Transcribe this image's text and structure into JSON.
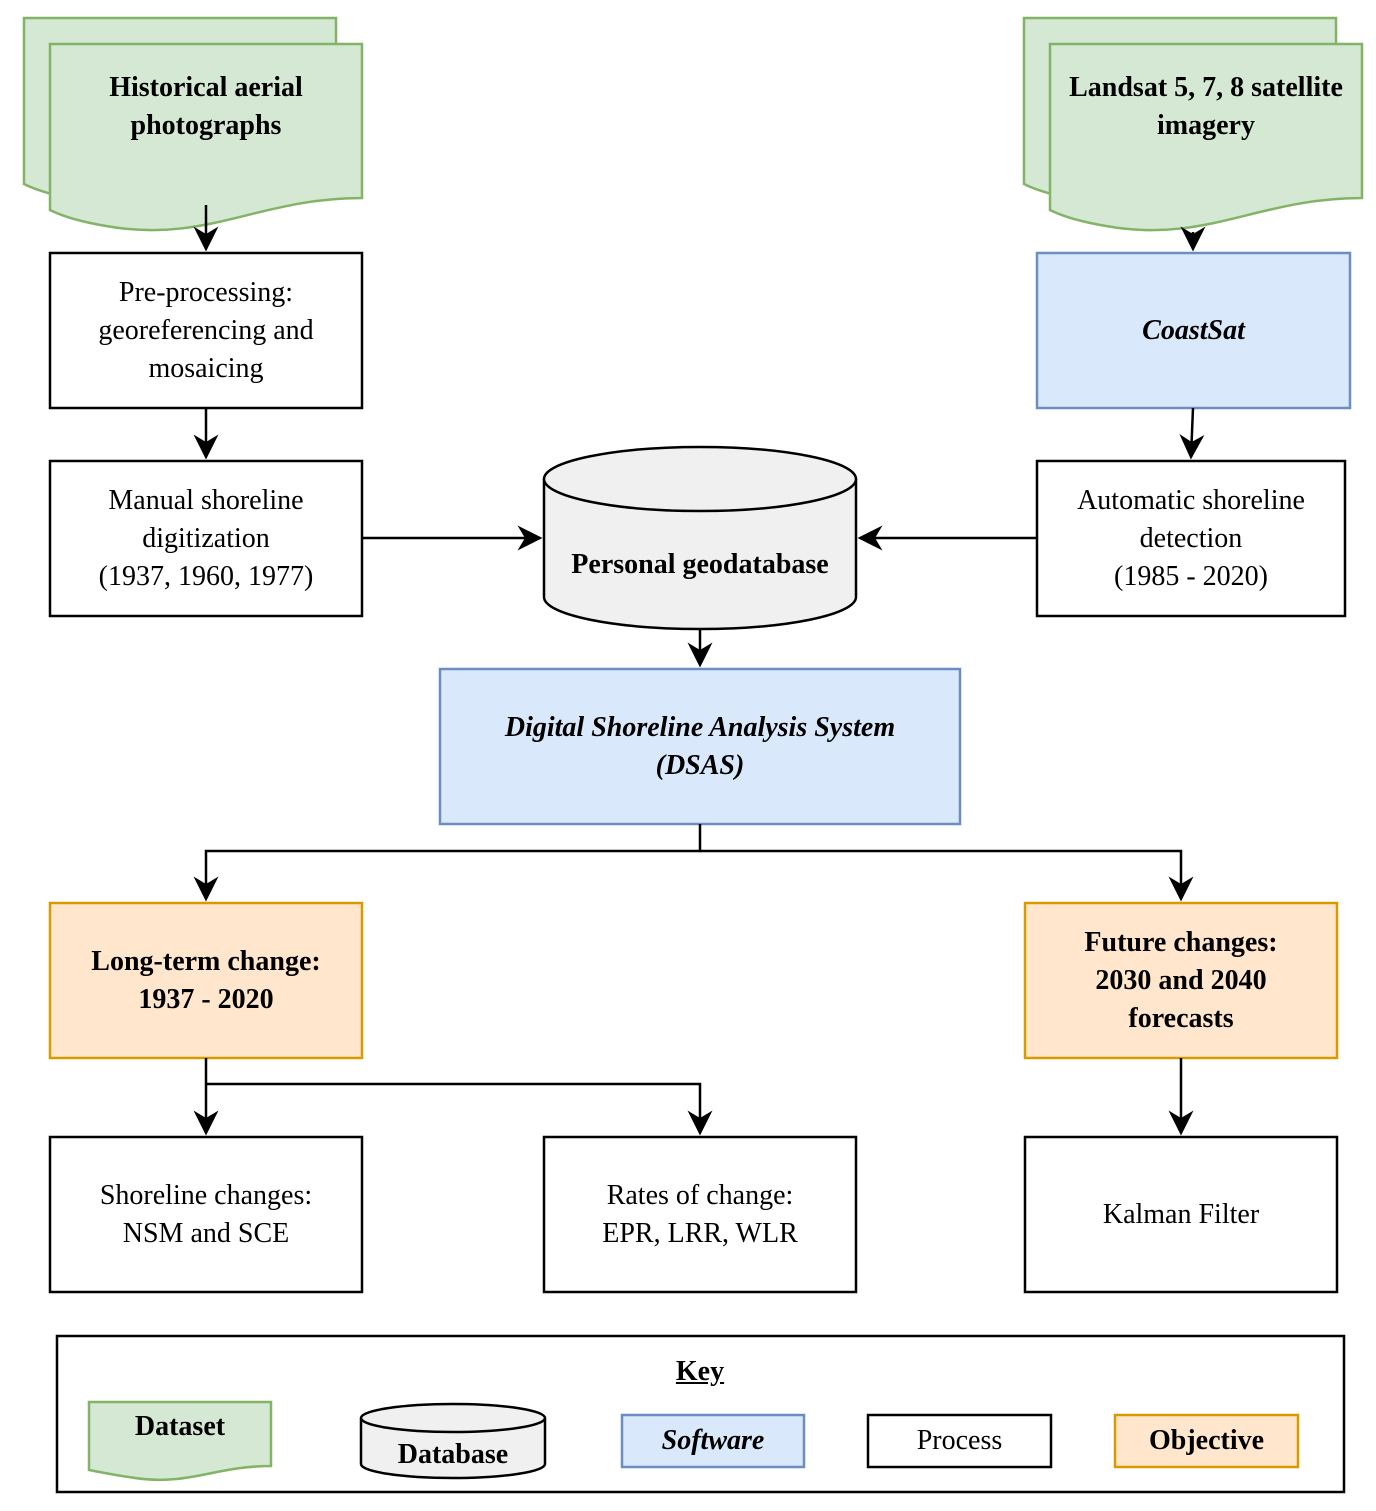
{
  "colors": {
    "dataset_fill": "#d5e8d4",
    "dataset_stroke": "#82b366",
    "software_fill": "#dae8fc",
    "software_stroke": "#6c8ebf",
    "objective_fill": "#ffe6cc",
    "objective_stroke": "#d79b00",
    "database_fill": "#f0f0f0",
    "process_stroke": "#000000"
  },
  "nodes": {
    "historical": "Historical aerial\nphotographs",
    "landsat": "Landsat 5, 7, 8 satellite\nimagery",
    "preprocessing": "Pre-processing:\ngeoreferencing and\nmosaicing",
    "coastsat": "CoastSat",
    "manual": "Manual shoreline\ndigitization\n(1937, 1960, 1977)",
    "automatic": "Automatic shoreline\ndetection\n(1985 - 2020)",
    "geodatabase": "Personal geodatabase",
    "dsas": "Digital Shoreline Analysis System\n(DSAS)",
    "longterm": "Long-term change:\n1937 - 2020",
    "future": "Future changes:\n2030 and 2040\nforecasts",
    "shoreline_changes": "Shoreline changes:\nNSM and SCE",
    "rates": "Rates of change:\nEPR, LRR, WLR",
    "kalman": "Kalman Filter"
  },
  "key": {
    "title": "Key",
    "dataset": "Dataset",
    "database": "Database",
    "software": "Software",
    "process": "Process",
    "objective": "Objective"
  }
}
